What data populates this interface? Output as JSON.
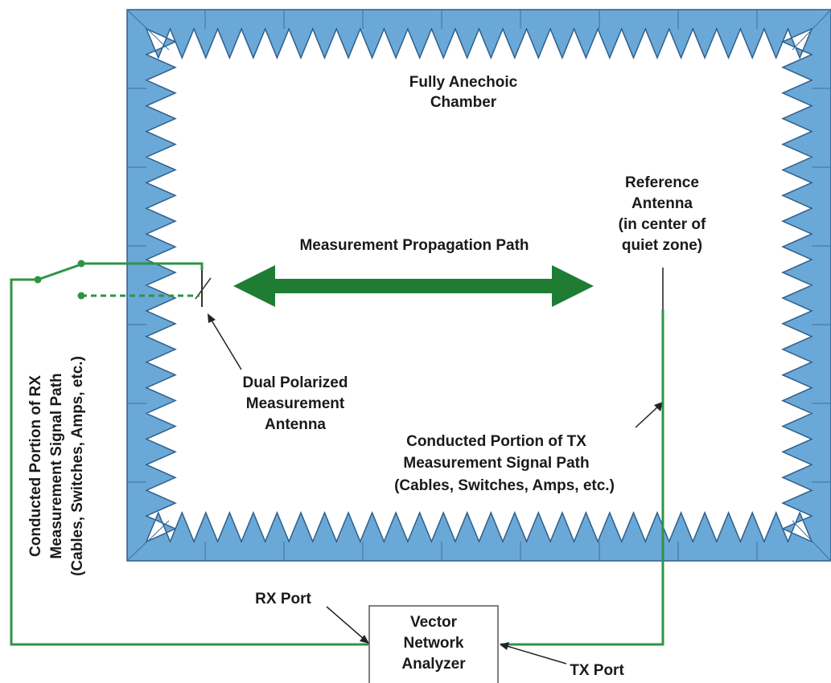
{
  "colors": {
    "absorber": "#6aa8d8",
    "absorber_stroke": "#2f5f8a",
    "signal_path": "#2e9444",
    "propagation_arrow": "#1e7d32",
    "text": "#1a1a1a"
  },
  "chamber": {
    "title_line1": "Fully Anechoic",
    "title_line2": "Chamber"
  },
  "reference_antenna": {
    "line1": "Reference",
    "line2": "Antenna",
    "line3": "(in center of",
    "line4": "quiet zone)"
  },
  "propagation_path": {
    "label": "Measurement Propagation Path"
  },
  "measurement_antenna": {
    "line1": "Dual Polarized",
    "line2": "Measurement",
    "line3": "Antenna"
  },
  "tx_path": {
    "line1": "Conducted Portion of TX",
    "line2": "Measurement Signal Path",
    "line3": "(Cables, Switches, Amps, etc.)"
  },
  "rx_path": {
    "line1": "Conducted Portion of RX",
    "line2": "Measurement Signal Path",
    "line3": "(Cables, Switches, Amps, etc.)"
  },
  "vna": {
    "line1": "Vector",
    "line2": "Network",
    "line3": "Analyzer"
  },
  "ports": {
    "rx": "RX Port",
    "tx": "TX Port"
  }
}
